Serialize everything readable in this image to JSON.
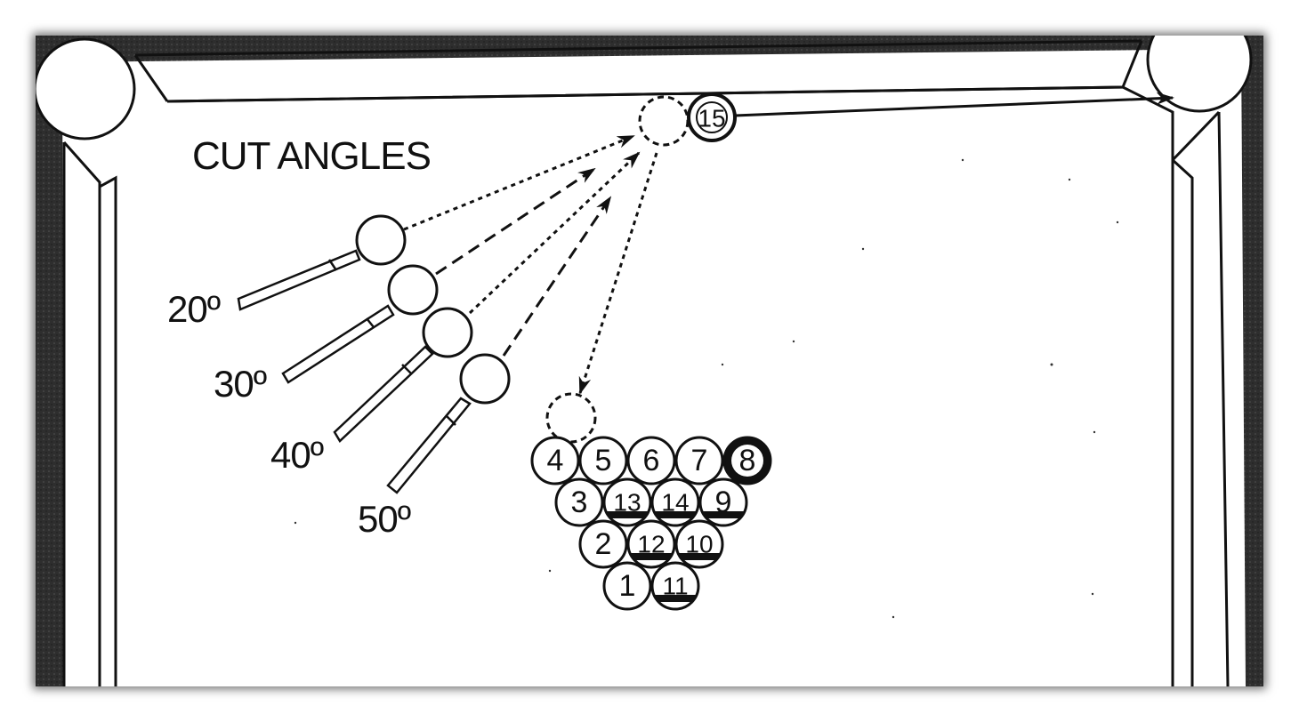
{
  "diagram": {
    "title": "CUT ANGLES",
    "angles": [
      {
        "label": "20º"
      },
      {
        "label": "30º"
      },
      {
        "label": "40º"
      },
      {
        "label": "50º"
      }
    ],
    "object_ball": {
      "number": "15"
    },
    "rack": {
      "rows": [
        [
          "4",
          "5",
          "6",
          "7",
          "8"
        ],
        [
          "3",
          "13",
          "14",
          "9"
        ],
        [
          "2",
          "12",
          "10"
        ],
        [
          "1",
          "11"
        ]
      ]
    },
    "colors": {
      "ink": "#111111",
      "cloth": "#ffffff",
      "rail": "#2a2a2a"
    }
  }
}
